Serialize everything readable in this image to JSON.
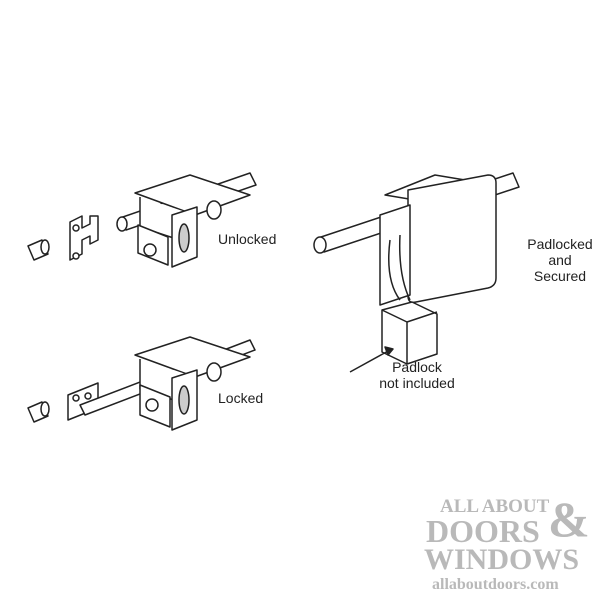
{
  "labels": {
    "unlocked": "Unlocked",
    "locked": "Locked",
    "padlocked_line1": "Padlocked",
    "padlocked_line2": "and",
    "padlocked_line3": "Secured",
    "padlock_line1": "Padlock",
    "padlock_line2": "not included"
  },
  "watermark": {
    "line1": "ALL ABOUT",
    "line2": "DOORS",
    "ampersand": "&",
    "line3": "WINDOWS",
    "url": "allaboutdoors.com"
  },
  "colors": {
    "line": "#222222",
    "fill": "#ffffff",
    "shade": "#9a9a9a",
    "watermark": "#b9b9b9"
  }
}
